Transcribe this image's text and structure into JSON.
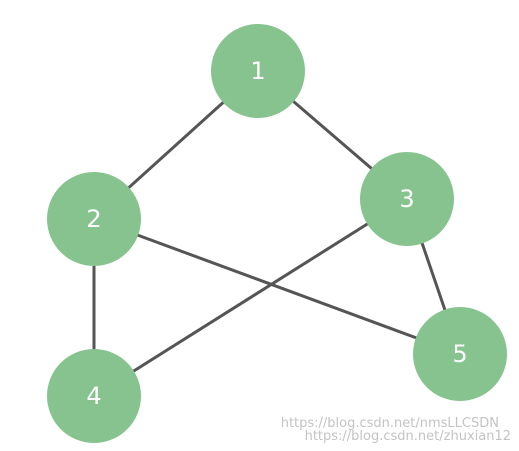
{
  "diagram": {
    "nodes": [
      {
        "id": "1",
        "label": "1"
      },
      {
        "id": "2",
        "label": "2"
      },
      {
        "id": "3",
        "label": "3"
      },
      {
        "id": "4",
        "label": "4"
      },
      {
        "id": "5",
        "label": "5"
      }
    ],
    "edges": [
      {
        "from": "1",
        "to": "2"
      },
      {
        "from": "1",
        "to": "3"
      },
      {
        "from": "2",
        "to": "4"
      },
      {
        "from": "2",
        "to": "5"
      },
      {
        "from": "3",
        "to": "4"
      },
      {
        "from": "3",
        "to": "5"
      }
    ],
    "colors": {
      "node_fill": "#86c38f",
      "edge": "#555555",
      "label": "#ffffff"
    }
  },
  "watermark": {
    "line1": "https://blog.csdn.net/nmsLLCSDN",
    "line2": "https://blog.csdn.net/zhuxian12"
  }
}
